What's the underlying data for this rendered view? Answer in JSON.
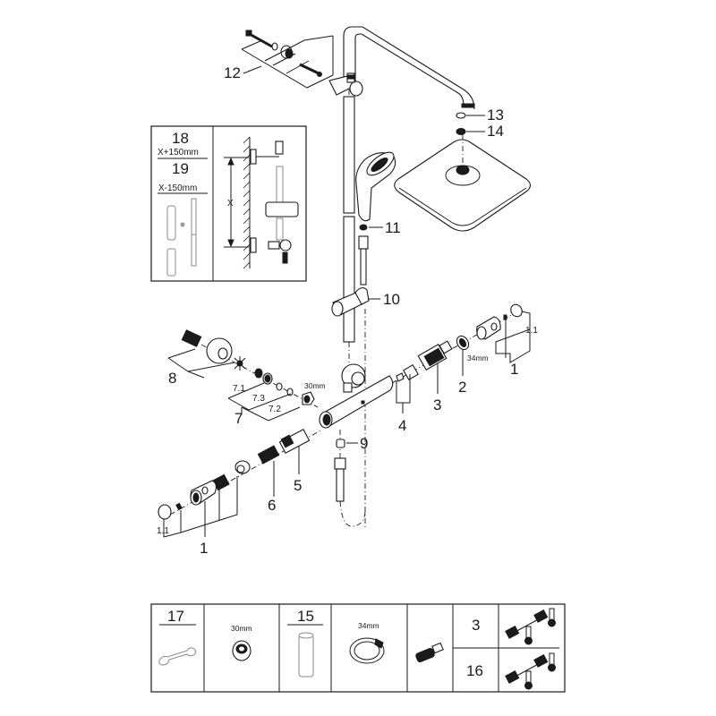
{
  "diagram": {
    "title": "Shower system exploded parts view",
    "callouts": {
      "c1_right": "1",
      "c1_1_right": "1.1",
      "c2": "2",
      "c3": "3",
      "c4": "4",
      "c5": "5",
      "c6": "6",
      "c7": "7",
      "c7_1": "7.1",
      "c7_2": "7.2",
      "c7_3": "7.3",
      "c8": "8",
      "c9": "9",
      "c10": "10",
      "c11": "11",
      "c12": "12",
      "c13": "13",
      "c14": "14",
      "c1_left": "1",
      "c1_1_left": "1.1"
    },
    "dimensions": {
      "nut_30mm_main": "30mm",
      "ring_34mm_main": "34mm"
    },
    "inset_extension": {
      "part_18": "18",
      "part_18_spec": "X+150mm",
      "part_19": "19",
      "part_19_spec": "X-150mm",
      "x_label": "X"
    },
    "tools_table": {
      "wrench_part": "17",
      "nut_size": "30mm",
      "sleeve_part": "15",
      "ring_size": "34mm",
      "row_top_part": "3",
      "row_bottom_part": "16"
    }
  }
}
